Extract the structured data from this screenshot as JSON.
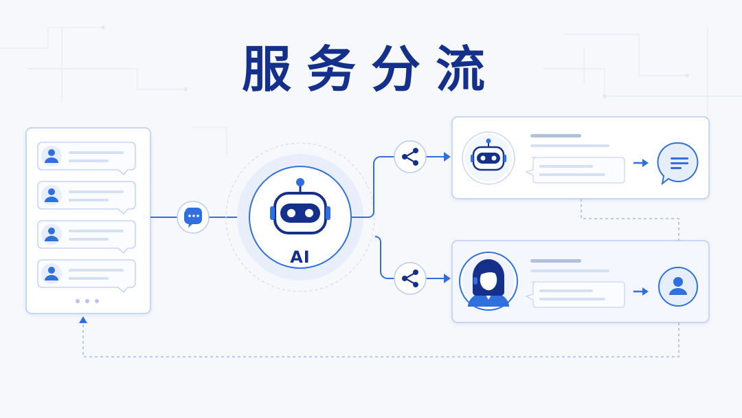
{
  "title": "服务分流",
  "hub": {
    "label": "AI"
  },
  "colors": {
    "primary": "#2f6fde",
    "dark": "#15308a",
    "panel_border": "#b9cdf3",
    "background": "#f6f8fc",
    "placeholder_line": "#d6e0f3"
  },
  "icons": {
    "incoming_message": "chat-bubble-icon",
    "hub": "robot-icon",
    "router": "share-icon",
    "bot_reply": "message-bubble-icon",
    "human_agent": "user-icon"
  },
  "queue": {
    "visible_items": 4,
    "overflow_indicator": "more-dots"
  },
  "routes": [
    {
      "target": "robot",
      "output": "chat-reply"
    },
    {
      "target": "human-agent",
      "output": "user"
    }
  ]
}
